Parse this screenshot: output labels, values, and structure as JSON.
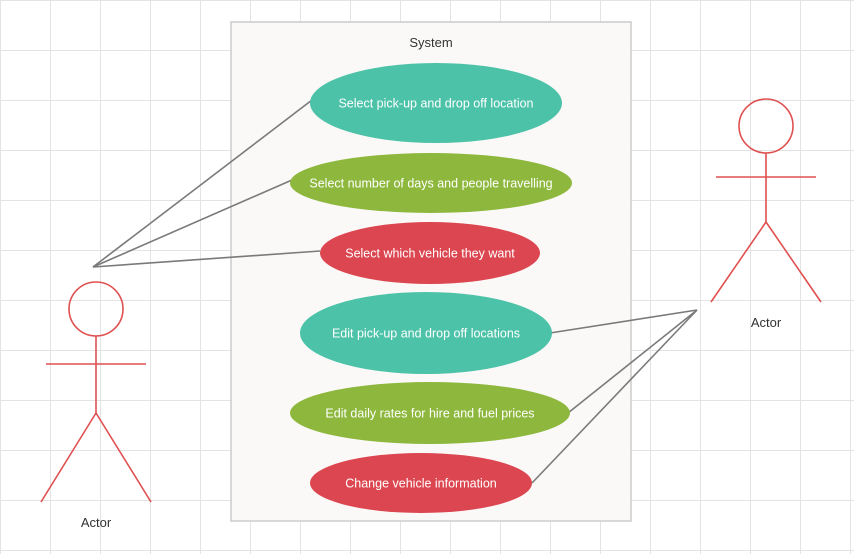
{
  "system": {
    "title": "System"
  },
  "actors": [
    {
      "label": "Actor"
    },
    {
      "label": "Actor"
    }
  ],
  "use_cases": [
    {
      "label": "Select pick-up and drop off location",
      "color": "#4cc2a8"
    },
    {
      "label": "Select number of days and people travelling",
      "color": "#8eb83d"
    },
    {
      "label": "Select which vehicle they want",
      "color": "#dc4650"
    },
    {
      "label": "Edit pick-up and drop off locations",
      "color": "#4cc2a8"
    },
    {
      "label": "Edit daily rates for hire and fuel prices",
      "color": "#8eb83d"
    },
    {
      "label": "Change vehicle information",
      "color": "#dc4650"
    }
  ],
  "colors": {
    "teal": "#4cc2a8",
    "green": "#8eb83d",
    "red": "#dc4650",
    "actor": "#e05050",
    "line": "#7a7a7a",
    "system_fill": "#faf9f7",
    "system_border": "#cccccc"
  }
}
